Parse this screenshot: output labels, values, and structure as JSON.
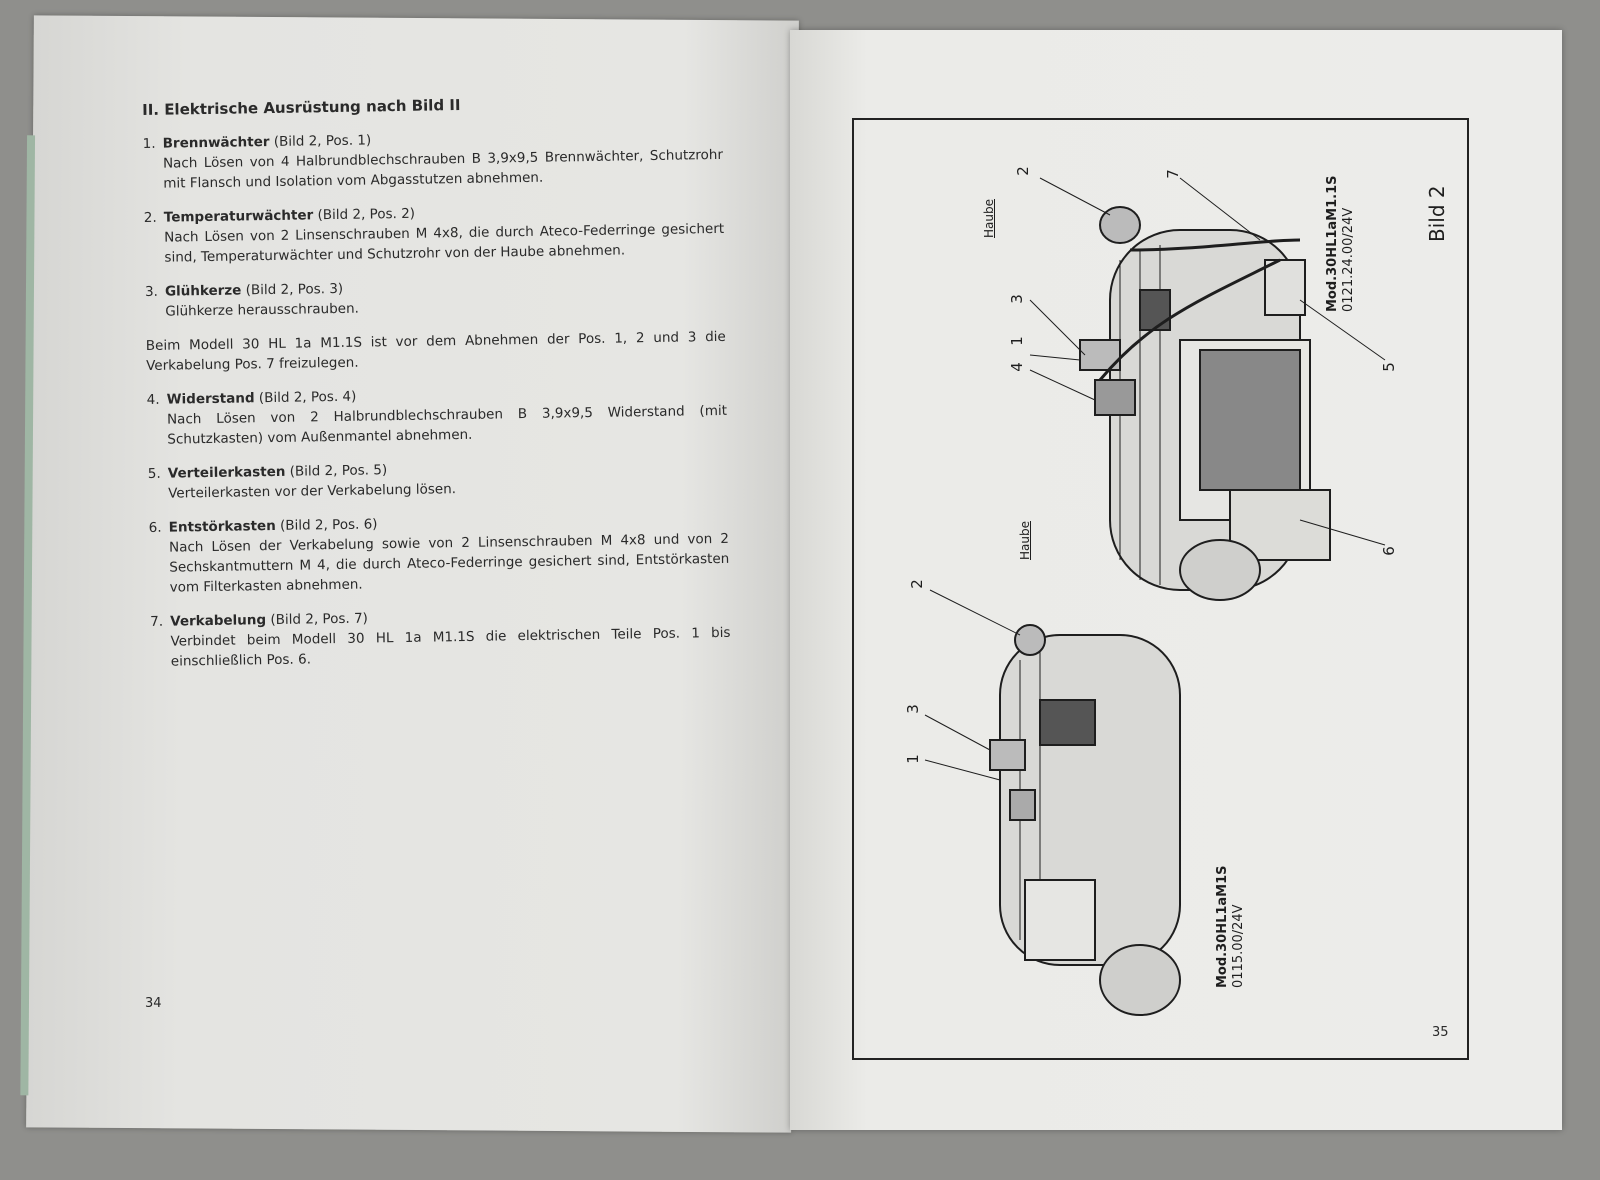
{
  "left_page": {
    "heading": "II. Elektrische Ausrüstung nach Bild II",
    "items": [
      {
        "num": "1.",
        "title": "Brennwächter",
        "ref": "(Bild 2, Pos. 1)",
        "body": "Nach Lösen von 4 Halbrundblechschrauben B 3,9x9,5 Brennwächter, Schutzrohr mit Flansch und Isolation vom Abgasstutzen abnehmen."
      },
      {
        "num": "2.",
        "title": "Temperaturwächter",
        "ref": "(Bild 2, Pos. 2)",
        "body": "Nach Lösen von 2 Linsenschrauben M 4x8, die durch Ateco-Federringe gesichert sind, Temperaturwächter und Schutzrohr von der Haube abnehmen."
      },
      {
        "num": "3.",
        "title": "Glühkerze",
        "ref": "(Bild 2, Pos. 3)",
        "body": "Glühkerze herausschrauben."
      }
    ],
    "note": "Beim Modell 30 HL 1a M1.1S ist vor dem Abnehmen der Pos. 1, 2 und 3 die Verkabelung Pos. 7 freizulegen.",
    "items2": [
      {
        "num": "4.",
        "title": "Widerstand",
        "ref": "(Bild 2, Pos. 4)",
        "body": "Nach Lösen von 2 Halbrundblechschrauben B 3,9x9,5 Widerstand (mit Schutzkasten) vom Außenmantel abnehmen."
      },
      {
        "num": "5.",
        "title": "Verteilerkasten",
        "ref": "(Bild 2, Pos. 5)",
        "body": "Verteilerkasten vor der Verkabelung lösen."
      },
      {
        "num": "6.",
        "title": "Entstörkasten",
        "ref": "(Bild 2, Pos. 6)",
        "body": "Nach Lösen der Verkabelung sowie von 2 Linsenschrauben M 4x8 und von 2 Sechskantmuttern M 4, die durch Ateco-Federringe gesichert sind, Entstörkasten vom Filterkasten abnehmen."
      },
      {
        "num": "7.",
        "title": "Verkabelung",
        "ref": "(Bild 2, Pos. 7)",
        "body": "Verbindet beim Modell 30 HL 1a M1.1S die elektrischen Teile Pos. 1 bis einschließlich Pos. 6."
      }
    ],
    "page_number": "34"
  },
  "right_page": {
    "figure_title": "Bild 2",
    "top_model": {
      "line1": "Mod.30HL1aM1.1S",
      "line2": "0121.24.00/24V"
    },
    "bottom_model": {
      "line1": "Mod.30HL1aM1S",
      "line2": "0115.00/24V"
    },
    "haube_label": "Haube",
    "callouts_top": [
      "2",
      "7",
      "3",
      "1",
      "4",
      "5",
      "6"
    ],
    "callouts_bottom": [
      "2",
      "3",
      "1"
    ],
    "page_number": "35"
  }
}
